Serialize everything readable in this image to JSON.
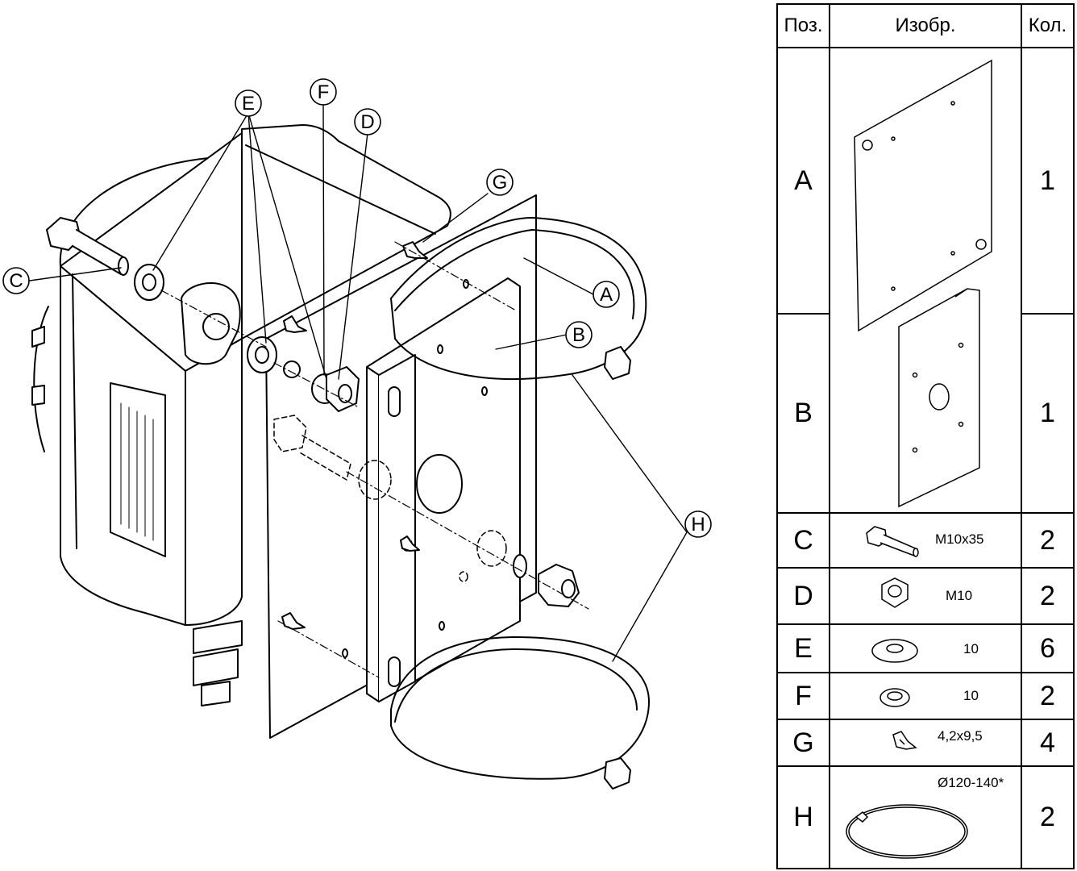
{
  "table": {
    "headers": {
      "pos": "Поз.",
      "image": "Изобр.",
      "qty": "Кол."
    },
    "rows": [
      {
        "pos": "A",
        "qty": "1",
        "spec": "",
        "icon": "mounting-plate-icon"
      },
      {
        "pos": "B",
        "qty": "1",
        "spec": "",
        "icon": "bracket-icon"
      },
      {
        "pos": "C",
        "qty": "2",
        "spec": "M10x35",
        "icon": "bolt-icon"
      },
      {
        "pos": "D",
        "qty": "2",
        "spec": "M10",
        "icon": "nut-icon"
      },
      {
        "pos": "E",
        "qty": "6",
        "spec": "10",
        "icon": "washer-icon"
      },
      {
        "pos": "F",
        "qty": "2",
        "spec": "10",
        "icon": "spring-washer-icon"
      },
      {
        "pos": "G",
        "qty": "4",
        "spec": "4,2x9,5",
        "icon": "screw-icon"
      },
      {
        "pos": "H",
        "qty": "2",
        "spec": "Ø120-140*",
        "icon": "clamp-ring-icon"
      }
    ]
  },
  "callouts": [
    "A",
    "B",
    "C",
    "D",
    "E",
    "F",
    "G",
    "H"
  ]
}
